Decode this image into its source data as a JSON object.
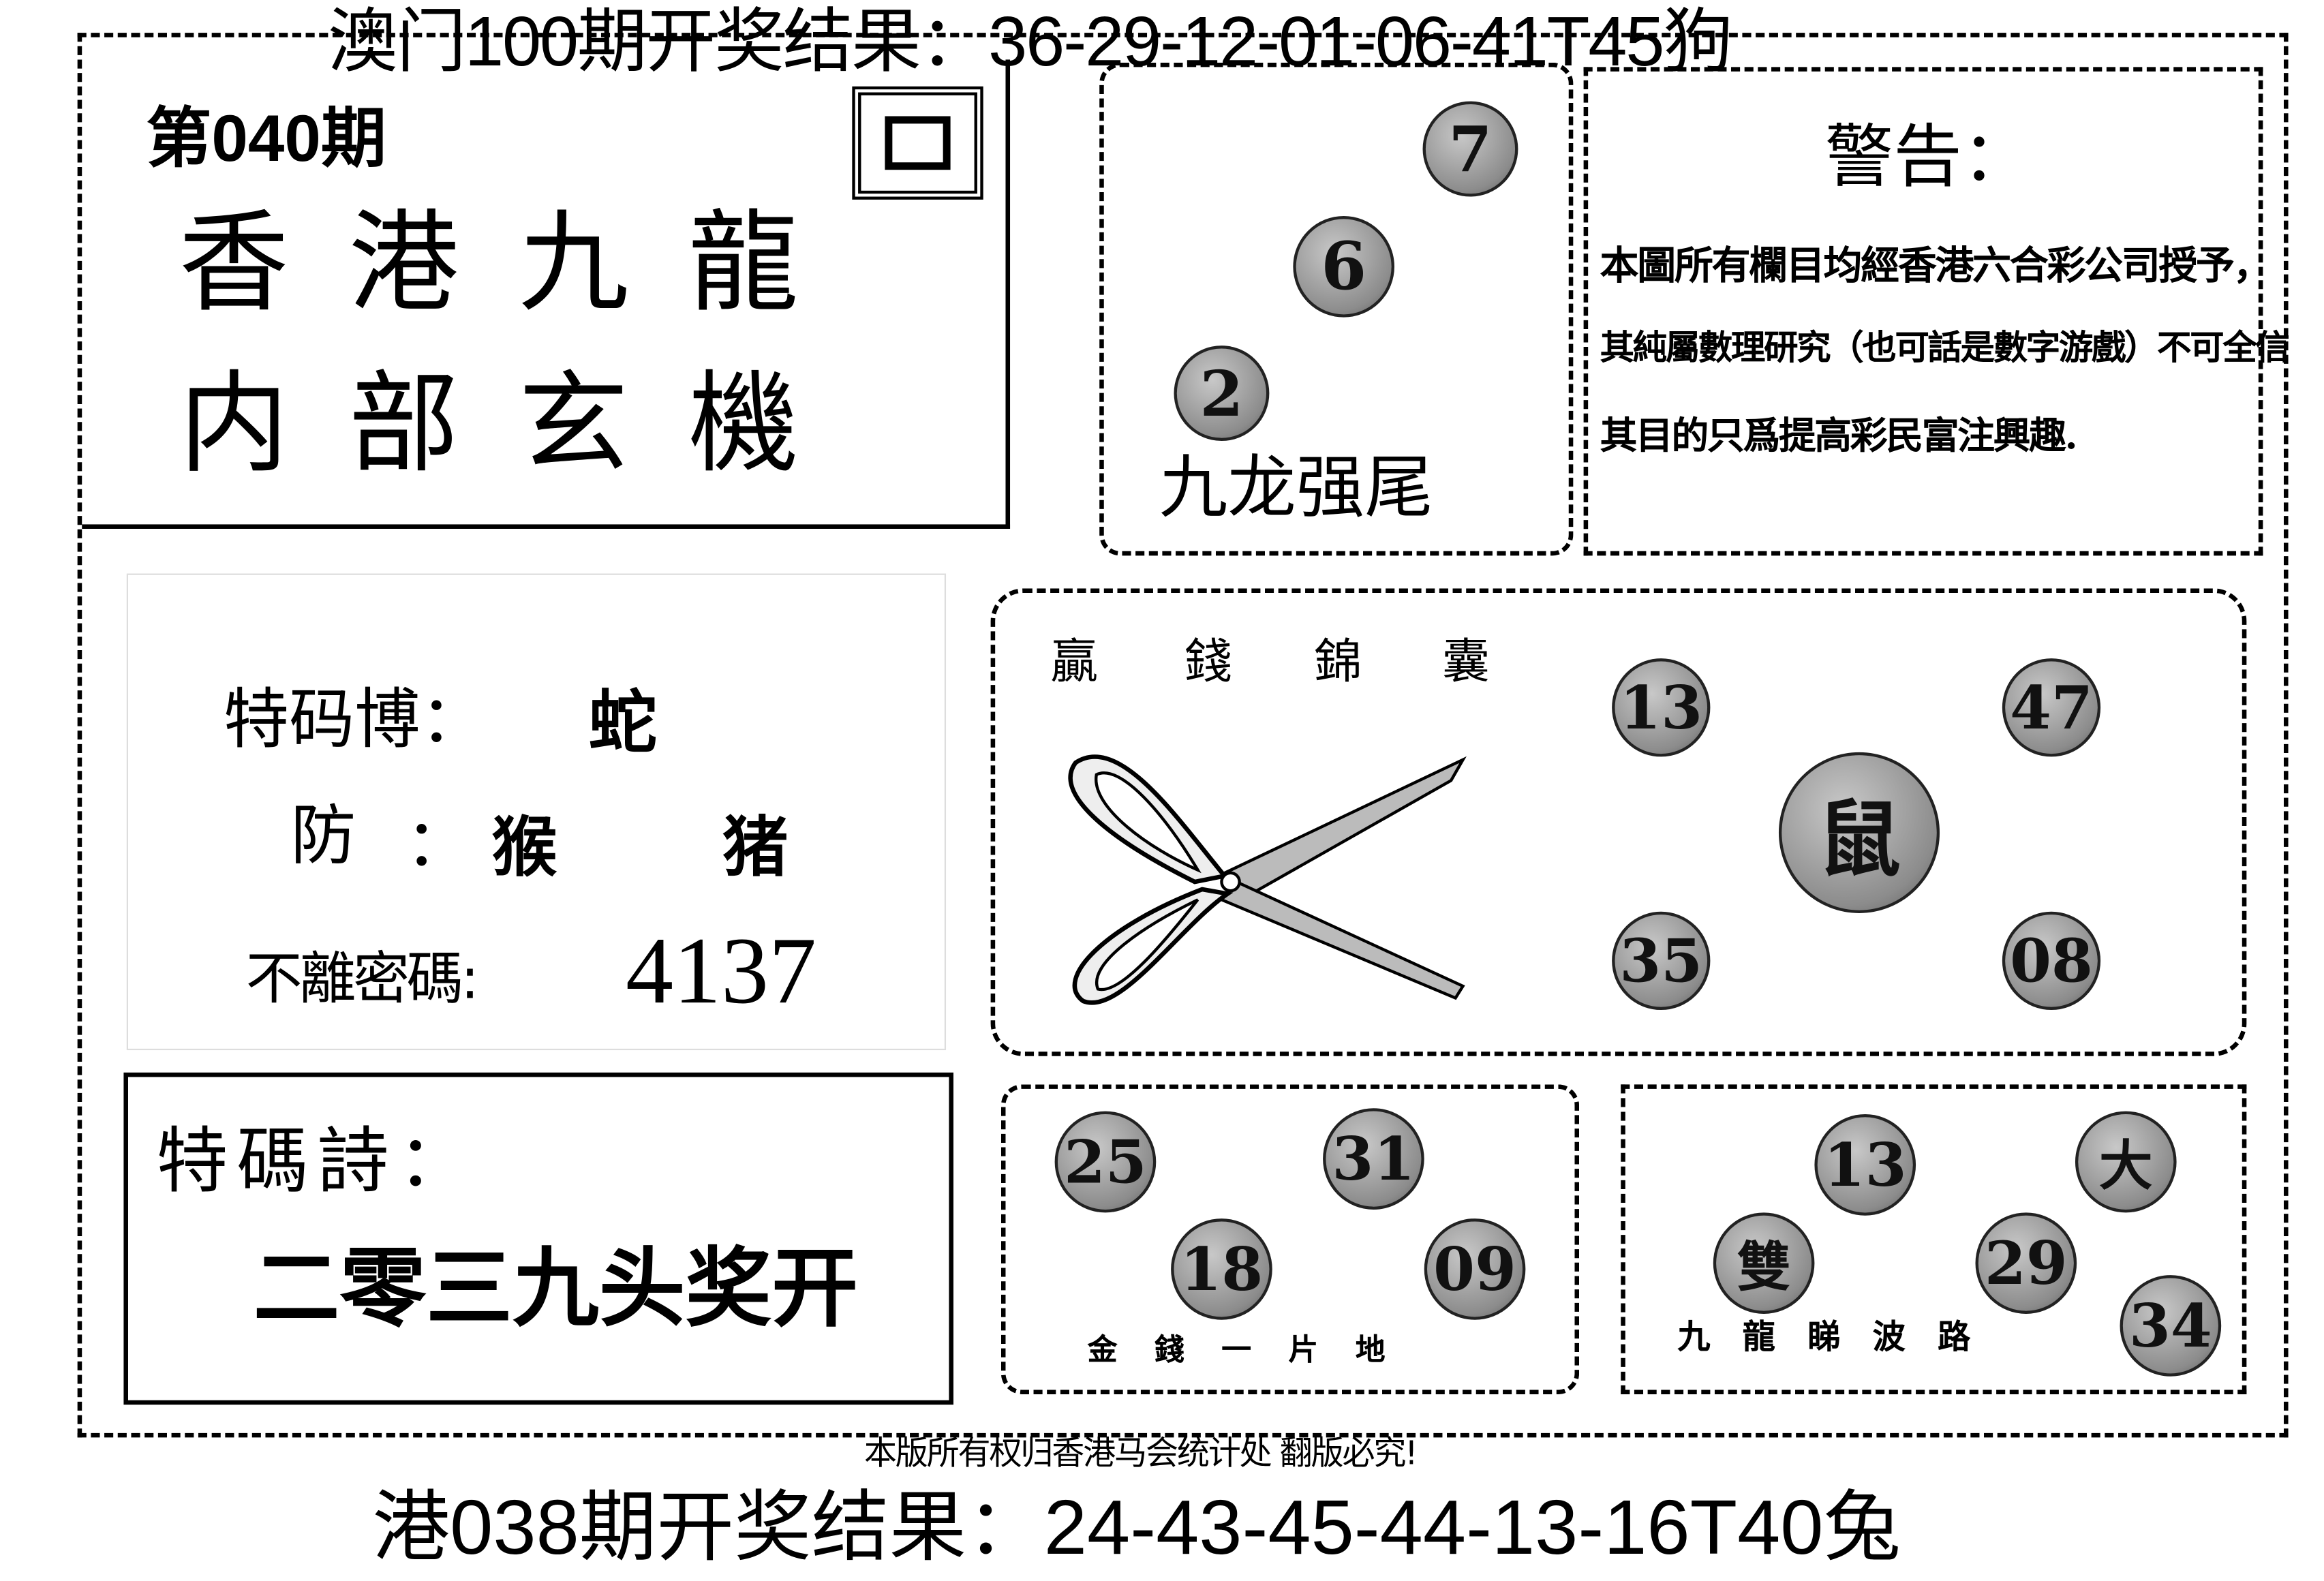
{
  "header": {
    "macau_result": "澳门100期开奖结果：36-29-12-01-06-41T45狗"
  },
  "issue": {
    "label": "第040期"
  },
  "title": {
    "line1": "香港九龍",
    "line2": "内部玄機"
  },
  "tail_box": {
    "balls": [
      "7",
      "6",
      "2"
    ],
    "caption": "九龙强尾"
  },
  "warning": {
    "title": "警告：",
    "lines": [
      "本圖所有欄目均經香港六合彩公司授予，",
      "其純屬數理研究（也可話是數字游戲）不可全信",
      "其目的只爲提高彩民富注興趣."
    ]
  },
  "special": {
    "bet_label": "特码博：",
    "bet_value": "蛇",
    "guard_label": "防",
    "guard_colon": "：",
    "guard_values": [
      "猴",
      "猪"
    ],
    "code_label": "不離密碼:",
    "code_value": "4137"
  },
  "bag": {
    "title": [
      "贏",
      "錢",
      "錦",
      "囊"
    ],
    "balls": [
      "13",
      "47",
      "鼠",
      "35",
      "08"
    ]
  },
  "poem": {
    "label": "特碼詩：",
    "text": "二零三九头奖开"
  },
  "money": {
    "balls": [
      "25",
      "31",
      "18",
      "09"
    ],
    "caption": "金 錢 一 片 地"
  },
  "wave": {
    "balls": [
      "13",
      "大",
      "雙",
      "29",
      "34"
    ],
    "caption": "九 龍 睇 波 路"
  },
  "footer": {
    "copyright": "本版所有权归香港马会统计处 翻版必究!",
    "hk_result": "港038期开奖结果：24-43-45-44-13-16T40兔"
  }
}
